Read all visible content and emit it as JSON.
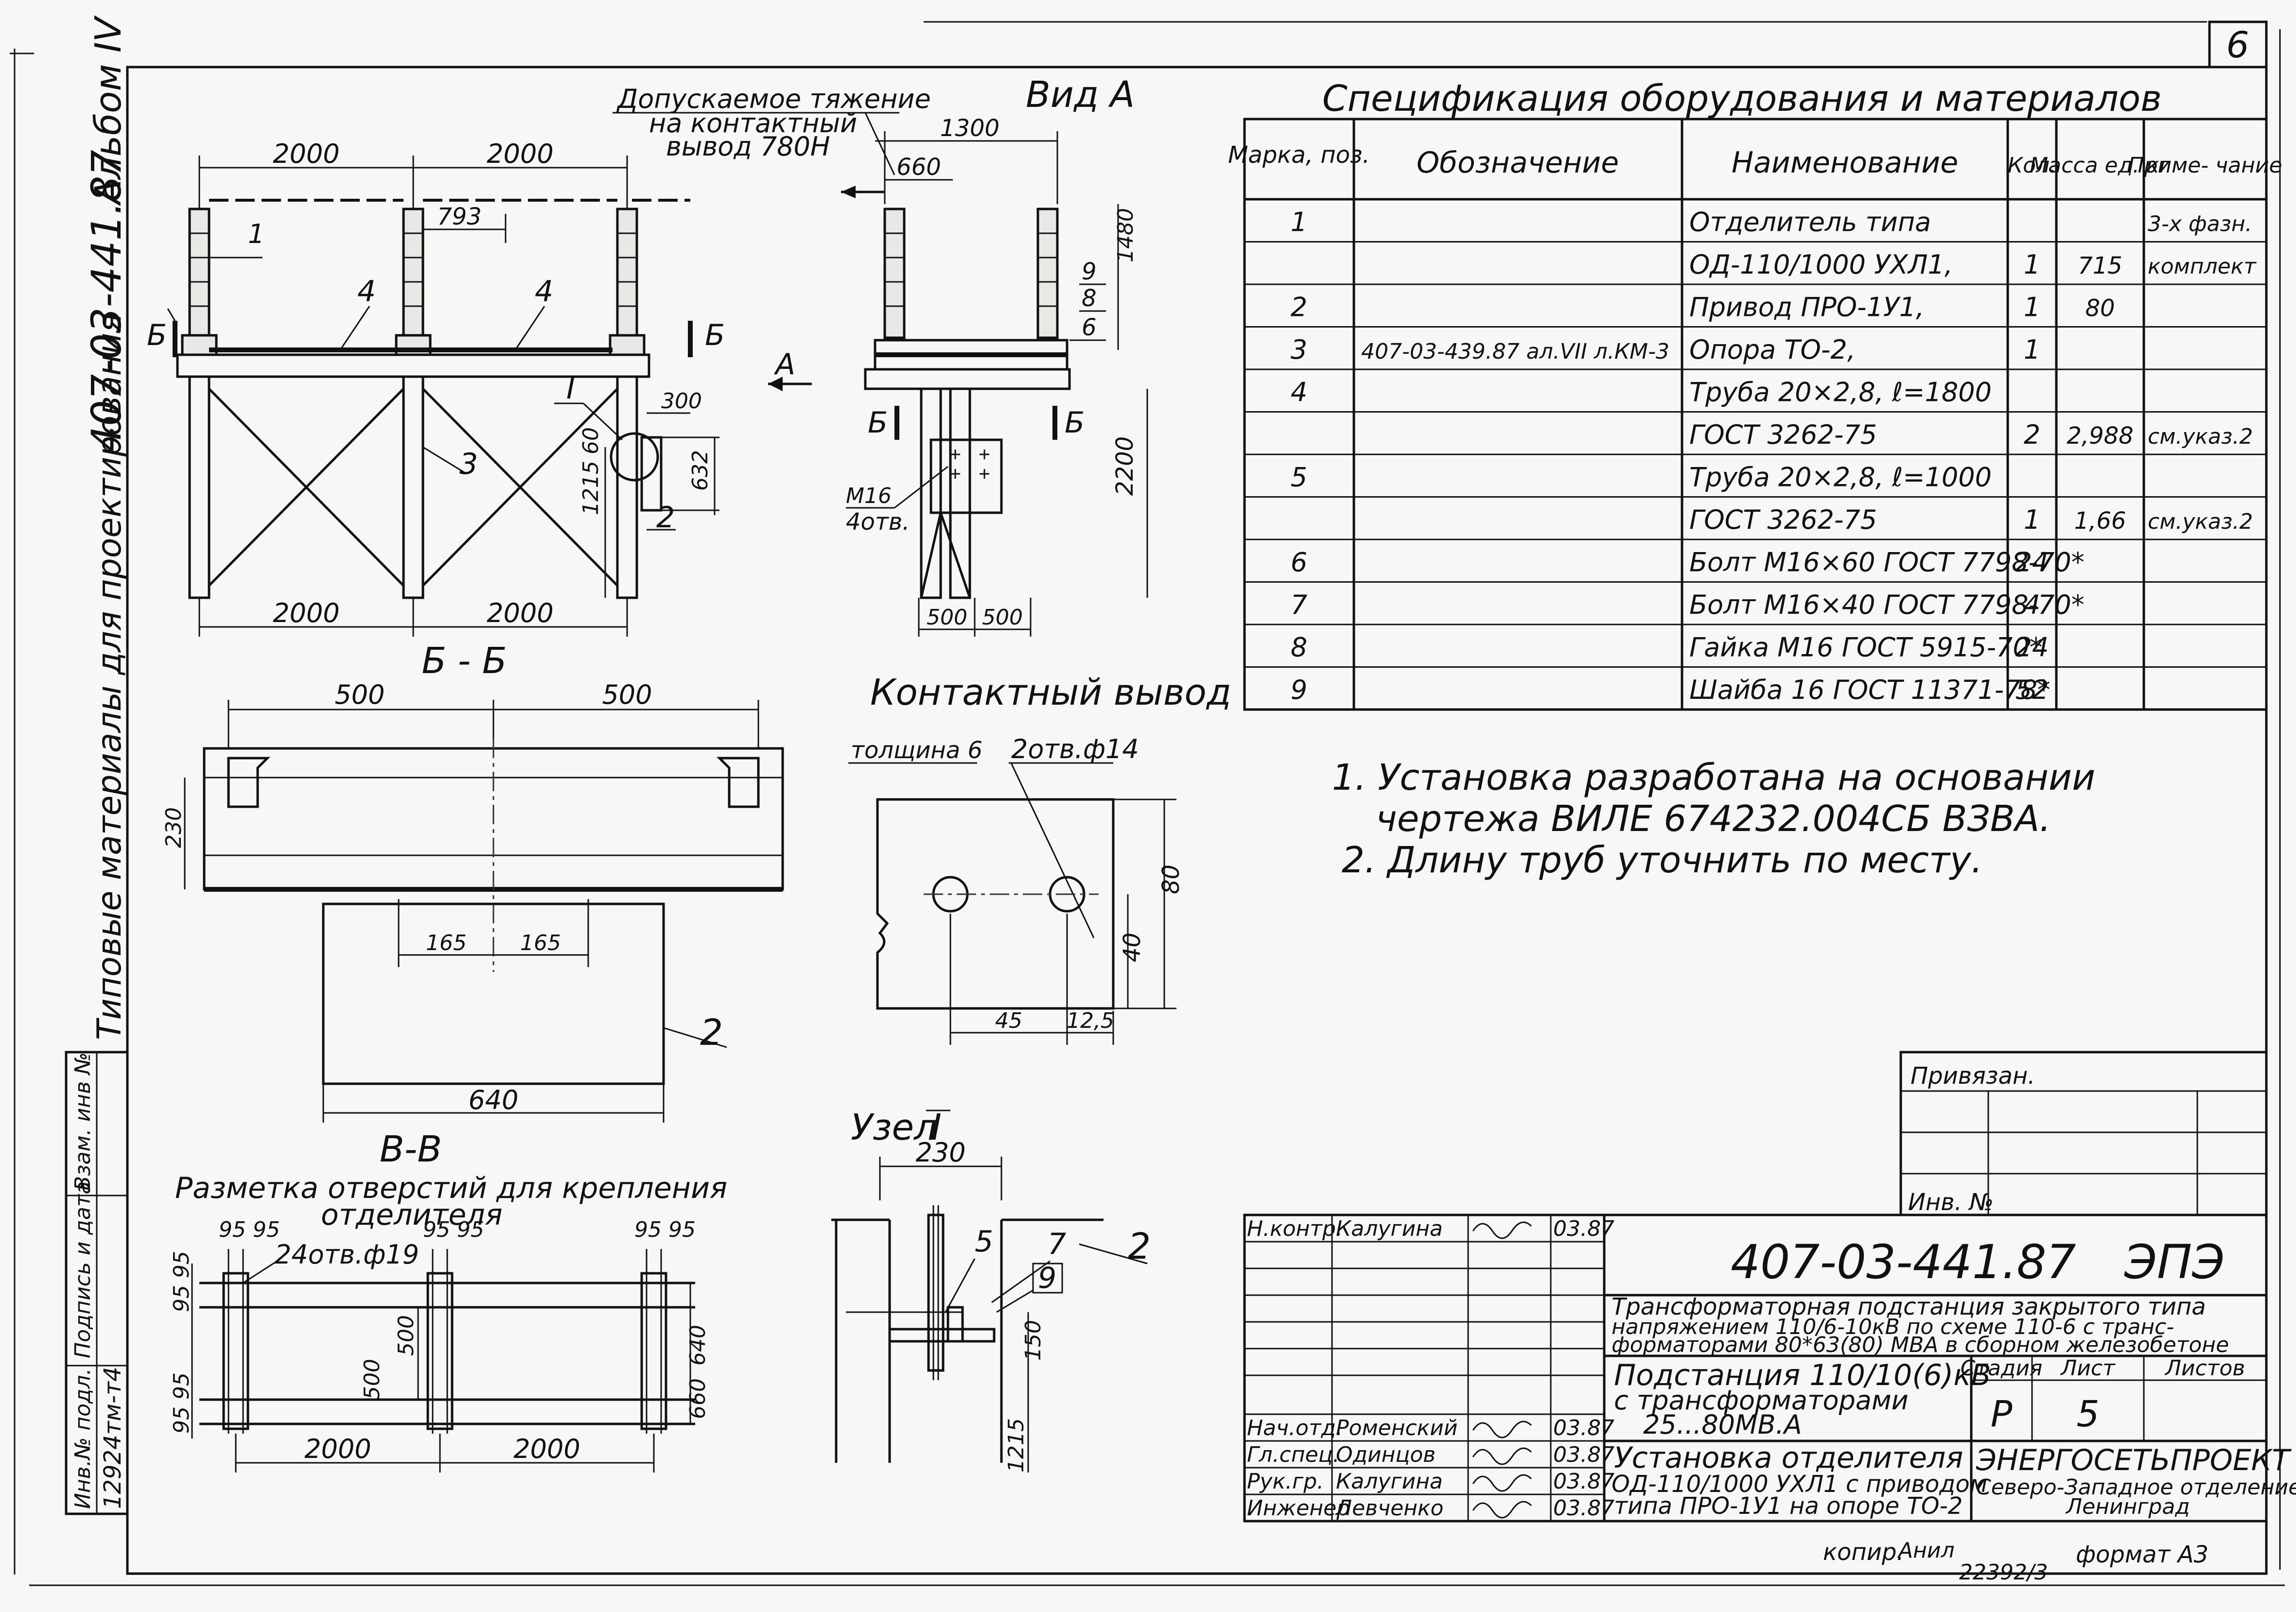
{
  "sheet": {
    "number": "6",
    "album": "Альбом IV",
    "series_code": "407-03-441.87",
    "series_title": "Типовые материалы для проектирования",
    "copy_note": "копир.",
    "copy_sign": "Анил",
    "format_label": "формат А3",
    "bottom_stamp": "22392/3"
  },
  "left_margin": {
    "vzam": "Взам. инв №",
    "podpis": "Подпись и дата",
    "inv_podl": "Инв.№ подл.",
    "inv_value": "12924тм-т4"
  },
  "view_main": {
    "dims_top": [
      "2000",
      "2000"
    ],
    "dim_793": "793",
    "dims_bottom": [
      "2000",
      "2000"
    ],
    "pos_1": "1",
    "pos_4a": "4",
    "pos_4b": "4",
    "pos_3": "3",
    "pos_2": "2",
    "dim_300": "300",
    "dim_60": "60",
    "dim_1215": "1215",
    "dim_632": "632",
    "section_left": "Б",
    "section_right": "Б",
    "node_mark": "I",
    "view_arrow": "А",
    "tension_note_1": "Допускаемое тяжение",
    "tension_note_2": "на контактный",
    "tension_note_3": "вывод 780Н"
  },
  "view_a": {
    "title": "Вид А",
    "dim_1300": "1300",
    "dim_660": "660",
    "dim_1480": "1480",
    "dim_2200": "2200",
    "dim_500a": "500",
    "dim_500b": "500",
    "pos_9": "9",
    "pos_8": "8",
    "pos_6": "6",
    "section_left": "Б",
    "section_right": "Б",
    "bolt_note_1": "М16",
    "bolt_note_2": "4отв."
  },
  "section_bb": {
    "title": "Б - Б",
    "dim_500a": "500",
    "dim_500b": "500",
    "dim_230": "230",
    "dim_165a": "165",
    "dim_165b": "165",
    "dim_640": "640",
    "pos_2": "2"
  },
  "contact": {
    "title": "Контактный вывод",
    "thickness": "толщина 6",
    "holes": "2отв.ф14",
    "dim_45": "45",
    "dim_125": "12,5",
    "dim_40": "40",
    "dim_80": "80"
  },
  "section_vv": {
    "title": "В-В",
    "subtitle_1": "Разметка отверстий для крепления",
    "subtitle_2": "отделителя",
    "holes": "24отв.ф19",
    "dim_9595a": "95 95",
    "dim_9595b": "95 95",
    "dim_9595c": "95 95",
    "dim_9595_side_a": "95 95",
    "dim_9595_side_b": "95 95",
    "dim_500a": "500",
    "dim_500b": "500",
    "dim_640": "640",
    "dim_660": "660",
    "dim_2000a": "2000",
    "dim_2000b": "2000"
  },
  "node": {
    "title": "Узел",
    "mark": "I",
    "dim_230": "230",
    "dim_150": "150",
    "dim_1215": "1215",
    "pos_5": "5",
    "pos_7": "7",
    "pos_9": "9",
    "pos_2": "2"
  },
  "spec": {
    "title": "Спецификация оборудования и материалов",
    "headers": [
      "Марка, поз.",
      "Обозначение",
      "Наименование",
      "Кол.",
      "Масса ед. кг",
      "Приме- чание"
    ],
    "rows": [
      [
        "1",
        "",
        "Отделитель типа",
        "",
        "",
        "3-х фазн."
      ],
      [
        "",
        "",
        "ОД-110/1000 УХЛ1,",
        "1",
        "715",
        "комплект"
      ],
      [
        "2",
        "",
        "Привод ПРО-1У1,",
        "1",
        "80",
        ""
      ],
      [
        "3",
        "407-03-439.87 ал.VII л.КМ-3",
        "Опора ТО-2,",
        "1",
        "",
        ""
      ],
      [
        "4",
        "",
        "Труба 20×2,8, ℓ=1800",
        "",
        "",
        ""
      ],
      [
        "",
        "",
        "ГОСТ 3262-75",
        "2",
        "2,988",
        "см.указ.2"
      ],
      [
        "5",
        "",
        "Труба 20×2,8, ℓ=1000",
        "",
        "",
        ""
      ],
      [
        "",
        "",
        "ГОСТ 3262-75",
        "1",
        "1,66",
        "см.указ.2"
      ],
      [
        "6",
        "",
        "Болт М16×60 ГОСТ 7798-70*",
        "24",
        "",
        ""
      ],
      [
        "7",
        "",
        "Болт М16×40 ГОСТ 7798-70*",
        "4",
        "",
        ""
      ],
      [
        "8",
        "",
        "Гайка М16 ГОСТ 5915-70*",
        "24",
        "",
        ""
      ],
      [
        "9",
        "",
        "Шайба 16 ГОСТ 11371-78*",
        "52",
        "",
        ""
      ]
    ]
  },
  "notes": [
    "1. Установка разработана на основании",
    "чертежа ВИЛЕ 674232.004СБ ВЗВА.",
    "2. Длину труб уточнить по месту."
  ],
  "privyazan": {
    "title": "Привязан.",
    "inv": "Инв. №"
  },
  "title_block": {
    "code": "407-03-441.87",
    "sect": "ЭПЭ",
    "project_1": "Трансформаторная подстанция закрытого типа",
    "project_2": "напряжением 110/6-10кВ по схеме 110-6 с транс-",
    "project_3": "форматорами 80*63(80) МВА в сборном железобетоне",
    "object_1": "Подстанция 110/10(6)кВ",
    "object_2": "с трансформаторами",
    "object_3": "25...80МВ.А",
    "sheet_1": "Установка отделителя",
    "sheet_2": "ОД-110/1000 УХЛ1 с приводом",
    "sheet_3": "типа ПРО-1У1 на опоре ТО-2",
    "stage_h": "Стадия",
    "list_h": "Лист",
    "lists_h": "Листов",
    "stage": "Р",
    "list": "5",
    "org_1": "ЭНЕРГОСЕТЬПРОЕКТ",
    "org_2": "Северо-Западное отделение",
    "org_3": "Ленинград",
    "signers": [
      {
        "role": "Н.контр.",
        "name": "Калугина",
        "date": "03.87"
      },
      {
        "role": "Нач.отд.",
        "name": "Роменский",
        "date": "03.87"
      },
      {
        "role": "Гл.спец.",
        "name": "Одинцов",
        "date": "03.87"
      },
      {
        "role": "Рук.гр.",
        "name": "Калугина",
        "date": "03.87"
      },
      {
        "role": "Инженер",
        "name": "Левченко",
        "date": "03.87"
      }
    ]
  }
}
